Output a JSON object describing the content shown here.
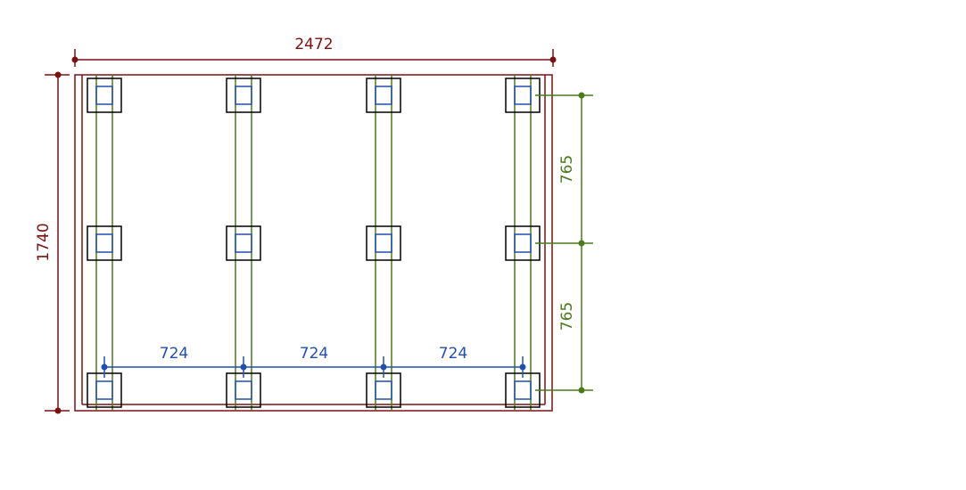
{
  "dimensions": {
    "overall_width": "2472",
    "overall_height": "1740",
    "row_spacing": [
      "765",
      "765"
    ],
    "column_spacing": [
      "724",
      "724",
      "724"
    ]
  },
  "colors": {
    "frame": "#7a1010",
    "post": "#000000",
    "post_inner": "#1f4fb0",
    "beam": "#4a7a1a",
    "row_dim": "#4a7a1a",
    "col_dim": "#1f4fb0"
  }
}
